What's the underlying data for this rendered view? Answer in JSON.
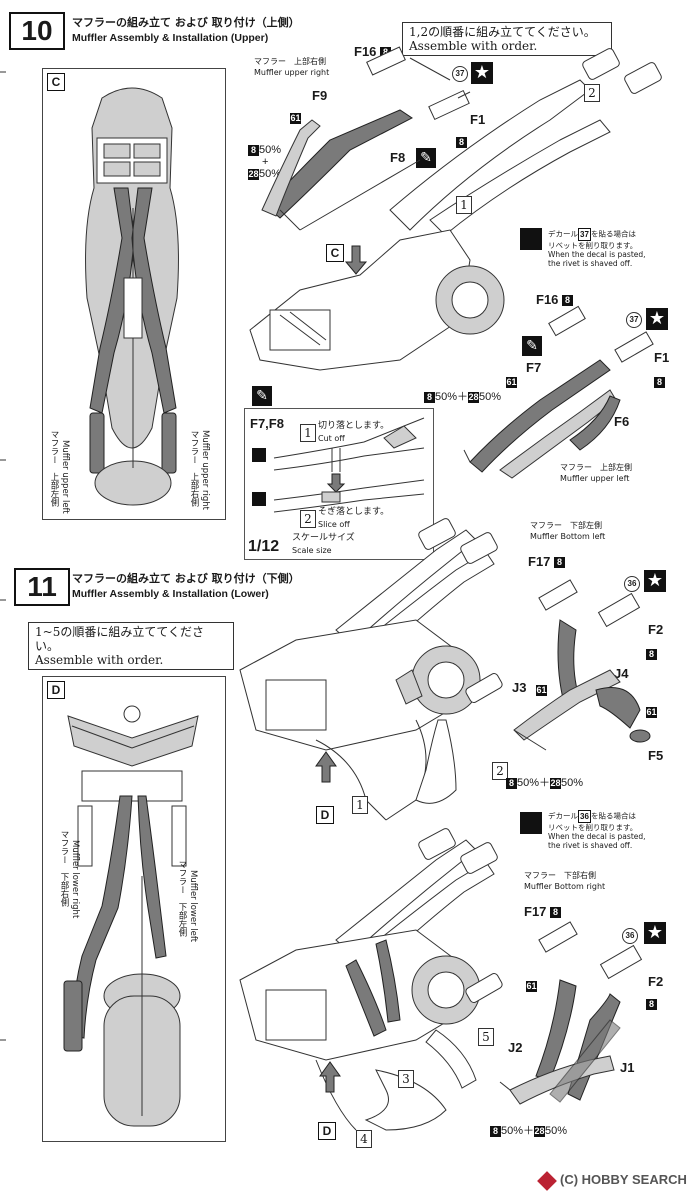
{
  "step10": {
    "number": "10",
    "title_jp": "マフラーの組み立て および 取り付け（上側）",
    "title_en": "Muffler Assembly & Installation (Upper)",
    "view_letter": "C",
    "order_note_jp": "1,2の順番に組み立ててください。",
    "order_note_en": "Assemble with order.",
    "order_numbers": [
      "1",
      "2"
    ],
    "arrow_view_label": "C",
    "upper_right": {
      "caption_jp": "マフラー　上部右側",
      "caption_en": "Muffler upper right",
      "parts": [
        "F16",
        "F9",
        "F8",
        "F1"
      ],
      "runner_f16": "8",
      "runner_f1": "8",
      "runner_f9": "61",
      "decal": "37",
      "mix_a": "8",
      "mix_a_pct": "50%",
      "mix_plus": "+",
      "mix_b": "28",
      "mix_b_pct": "50%"
    },
    "upper_left": {
      "caption_jp": "マフラー　上部左側",
      "caption_en": "Muffler upper left",
      "parts": [
        "F16",
        "F7",
        "F1",
        "F6"
      ],
      "runner_f16": "8",
      "runner_f1": "8",
      "runner_f7": "61",
      "decal": "37",
      "mix_text": "50%＋",
      "mix_a": "8",
      "mix_b": "28",
      "mix_b_pct": "50%"
    },
    "decal_note": {
      "jp_line1": "デカール",
      "decal_num": "37",
      "jp_line1_rest": "を貼る場合は",
      "jp_line2": "リベットを削り取ります。",
      "en_line1": "When the decal is pasted,",
      "en_line2": "the rivet is shaved off."
    },
    "cut_box": {
      "parts": "F7,F8",
      "step1_num": "1",
      "step1_jp": "切り落とします。",
      "step1_en": "Cut off",
      "step2_num": "2",
      "step2_jp": "そぎ落とします。",
      "step2_en": "Slice off",
      "scale": "1/12",
      "scale_jp": "スケールサイズ",
      "scale_en": "Scale size"
    },
    "view_labels": {
      "left_jp": "マフラー　上部左側",
      "left_en": "Muffler upper left",
      "right_jp": "マフラー　上部右側",
      "right_en": "Muffler upper right"
    }
  },
  "step11": {
    "number": "11",
    "title_jp": "マフラーの組み立て および 取り付け（下側）",
    "title_en": "Muffler Assembly & Installation (Lower)",
    "view_letter": "D",
    "order_note_jp": "1~5の順番に組み立ててください。",
    "order_note_en": "Assemble with order.",
    "order_numbers": [
      "1",
      "2",
      "3",
      "4",
      "5"
    ],
    "arrow_view_label": "D",
    "bottom_left": {
      "caption_jp": "マフラー　下部左側",
      "caption_en": "Muffler Bottom left",
      "parts": [
        "F17",
        "F2",
        "J3",
        "J4",
        "F5"
      ],
      "runner_f17": "8",
      "runner_f2": "8",
      "runner_j3": "61",
      "runner_f5": "61",
      "decal": "36",
      "mix_text": "50%＋",
      "mix_a": "8",
      "mix_b": "28",
      "mix_b_pct": "50%"
    },
    "bottom_right": {
      "caption_jp": "マフラー　下部右側",
      "caption_en": "Muffler Bottom right",
      "parts": [
        "F17",
        "F2",
        "J2",
        "J1"
      ],
      "runner_f17": "8",
      "runner_f2": "8",
      "runner_j2": "61",
      "decal": "36",
      "mix_text": "50%＋",
      "mix_a": "8",
      "mix_b": "28",
      "mix_b_pct": "50%"
    },
    "decal_note": {
      "jp_line1": "デカール",
      "decal_num": "36",
      "jp_line1_rest": "を貼る場合は",
      "jp_line2": "リベットを削り取ります。",
      "en_line1": "When the decal is pasted,",
      "en_line2": "the rivet is shaved off."
    },
    "view_labels": {
      "right_jp": "マフラー　下部右側",
      "right_en": "Muffler lower right",
      "left_jp": "マフラー　下部左側",
      "left_en": "Muffler lower left"
    }
  },
  "watermark": "(C) HOBBY SEARCH",
  "colors": {
    "ink": "#1a1a1a",
    "part_gray": "#7a7a7a",
    "light_gray": "#cfcfcf"
  }
}
